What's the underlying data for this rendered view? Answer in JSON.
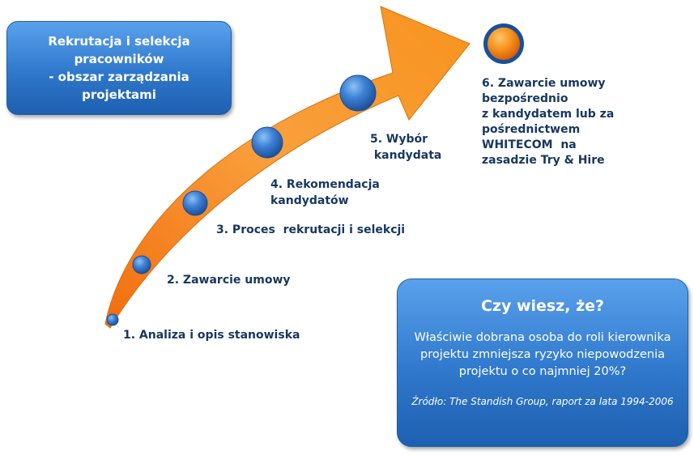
{
  "title_box": {
    "lines": [
      "Rekrutacja i selekcja",
      "pracowników",
      "- obszar zarządzania",
      "projektami"
    ]
  },
  "steps": [
    {
      "label": "1. Analiza i opis stanowiska"
    },
    {
      "label": "2. Zawarcie umowy"
    },
    {
      "label": "3. Proces  rekrutacji i selekcji"
    },
    {
      "label": "4. Rekomendacja\nkandydatów"
    },
    {
      "label": "5. Wybór\n kandydata"
    },
    {
      "label": "6. Zawarcie umowy\nbezpośrednio\nz kandydatem lub za\npośrednictwem\nWHITECOM  na\nzasadzie Try & Hire"
    }
  ],
  "info_box": {
    "heading": "Czy wiesz, że?",
    "body": "Właściwie dobrana osoba do roli kierownika projektu zmniejsza ryzyko niepowodzenia projektu o co najmniej 20%?",
    "source": "Źródło:  The Standish Group, raport  za lata 1994-2006"
  },
  "colors": {
    "arrow_orange": "#f7941d",
    "circle_blue": "#2f6fc4",
    "final_circle_orange": "#f58220",
    "box_blue": "#2f78cc",
    "step_text": "#17375e"
  }
}
